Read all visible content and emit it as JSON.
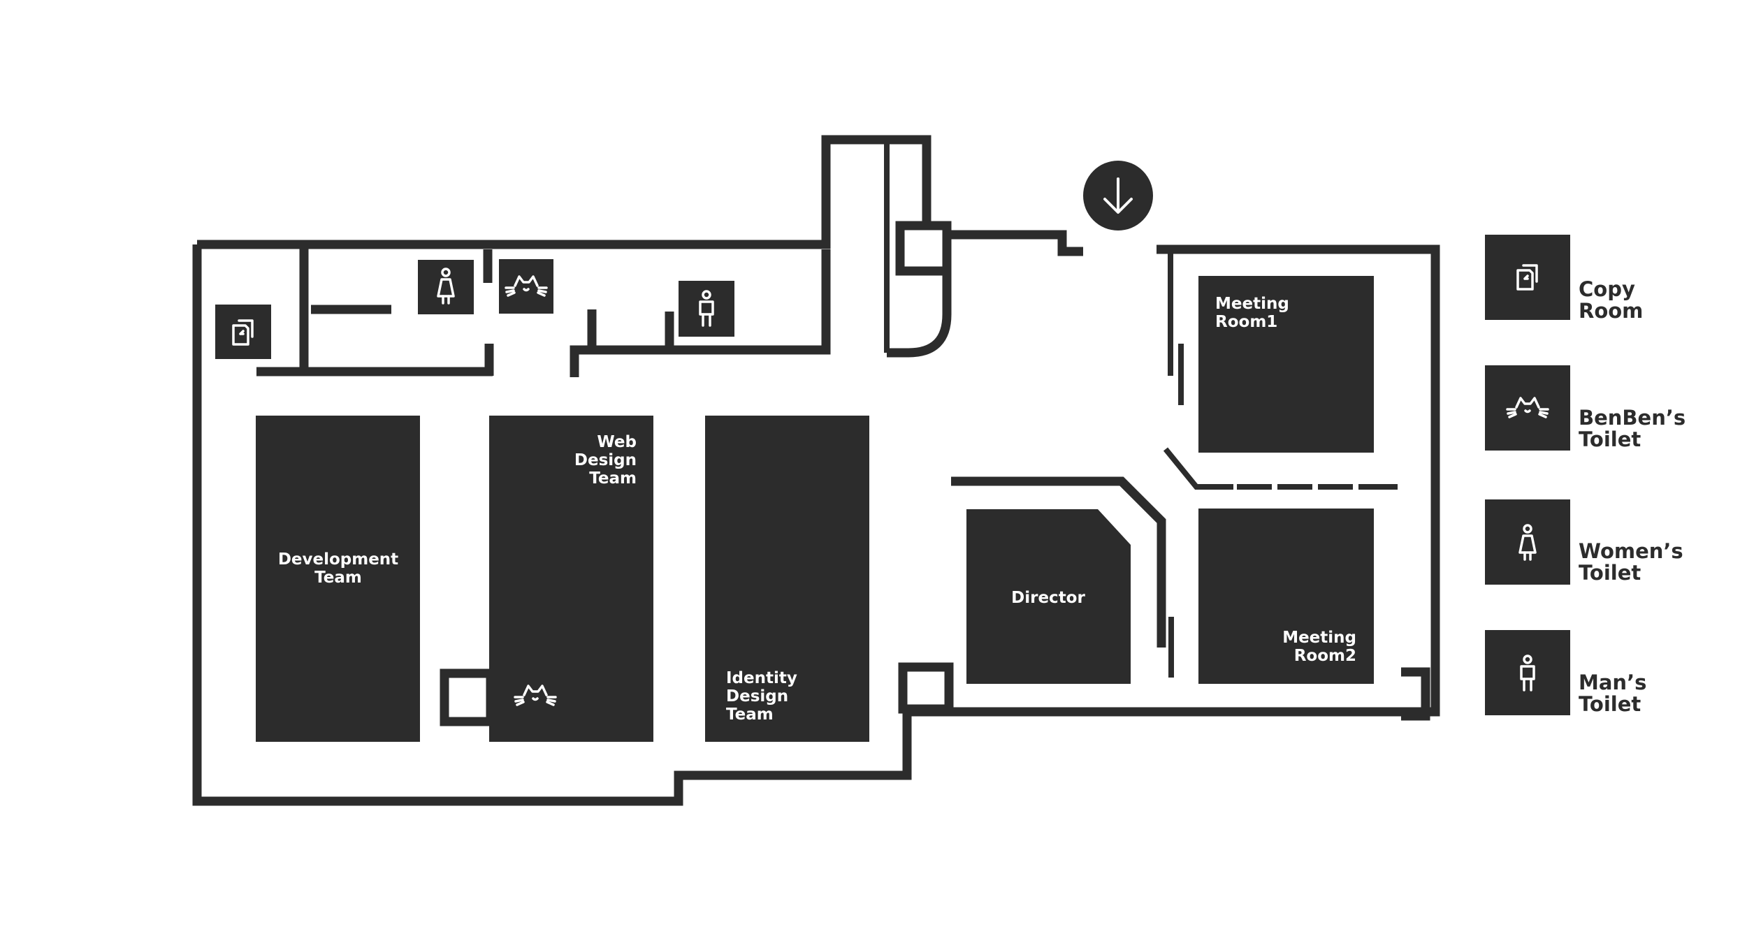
{
  "rooms": {
    "development": "Development\nTeam",
    "web_design": "Web\nDesign\nTeam",
    "identity_design": "Identity\nDesign\nTeam",
    "director": "Director",
    "meeting_room1": "Meeting\nRoom1",
    "meeting_room2": "Meeting\nRoom2"
  },
  "icons": {
    "entrance": "down-arrow-icon",
    "copy": "copy-icon",
    "cat": "cat-icon",
    "women": "women-toilet-icon",
    "man": "man-toilet-icon"
  },
  "legend": [
    {
      "icon": "copy-icon",
      "label": "Copy\nRoom"
    },
    {
      "icon": "cat-icon",
      "label": "BenBen’s\nToilet"
    },
    {
      "icon": "women-toilet-icon",
      "label": "Women’s\nToilet"
    },
    {
      "icon": "man-toilet-icon",
      "label": "Man’s\nToilet"
    }
  ],
  "colors": {
    "ink": "#2c2c2c",
    "background": "#ffffff",
    "text_on_dark": "#ffffff"
  }
}
